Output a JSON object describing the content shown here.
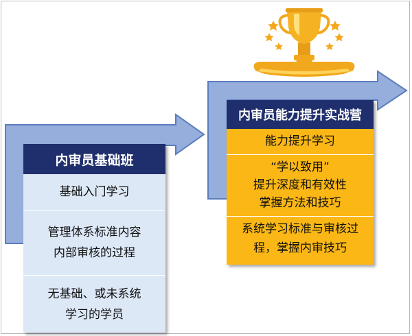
{
  "colors": {
    "arrow_fill": "#95aedc",
    "arrow_stroke": "#5b7dbd",
    "header_navy": "#1f2f6d",
    "left_card_fill": "#dde8f7",
    "right_card_fill": "#fbb715",
    "trophy_gold": "#f2a81d"
  },
  "icons": {
    "trophy": "trophy-icon",
    "stars": "star-icon"
  },
  "left_card": {
    "title": "内审员基础班",
    "rows": [
      {
        "lines": [
          "基础入门学习"
        ]
      },
      {
        "lines": [
          "管理体系标准内容",
          "内部审核的过程"
        ]
      },
      {
        "lines": [
          "无基础、或未系统",
          "学习的学员"
        ]
      }
    ]
  },
  "right_card": {
    "title": "内审员能力提升实战营",
    "rows": [
      {
        "lines": [
          "能力提升学习"
        ]
      },
      {
        "lines": [
          "“学以致用”",
          "提升深度和有效性",
          "掌握方法和技巧"
        ]
      },
      {
        "lines": [
          "系统学习标准与审核过",
          "程，掌握内审技巧"
        ]
      }
    ]
  }
}
